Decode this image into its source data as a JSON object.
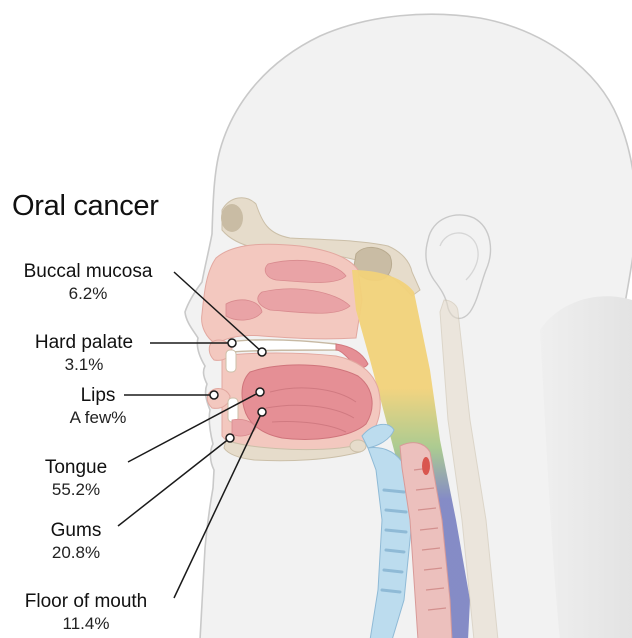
{
  "title": "Oral cancer",
  "labels": [
    {
      "key": "buccal",
      "name": "Buccal mucosa",
      "value": "6.2%"
    },
    {
      "key": "palate",
      "name": "Hard palate",
      "value": "3.1%"
    },
    {
      "key": "lips",
      "name": "Lips",
      "value": "A few%"
    },
    {
      "key": "tongue",
      "name": "Tongue",
      "value": "55.2%"
    },
    {
      "key": "gums",
      "name": "Gums",
      "value": "20.8%"
    },
    {
      "key": "floor",
      "name": "Floor of mouth",
      "value": "11.4%"
    }
  ],
  "colors": {
    "skin": "#f2f2f2",
    "outline": "#c9c9c9",
    "flesh": "#f3c8bf",
    "tissue_pink": "#e9a3a6",
    "tongue": "#e58f95",
    "bone": "#e6dccb",
    "throat_yellow": "#f2d27a",
    "throat_green": "#a8c98c",
    "throat_blue": "#7f86c4",
    "airway_blue": "#bcdcee",
    "leader_line": "#1a1a1a"
  }
}
